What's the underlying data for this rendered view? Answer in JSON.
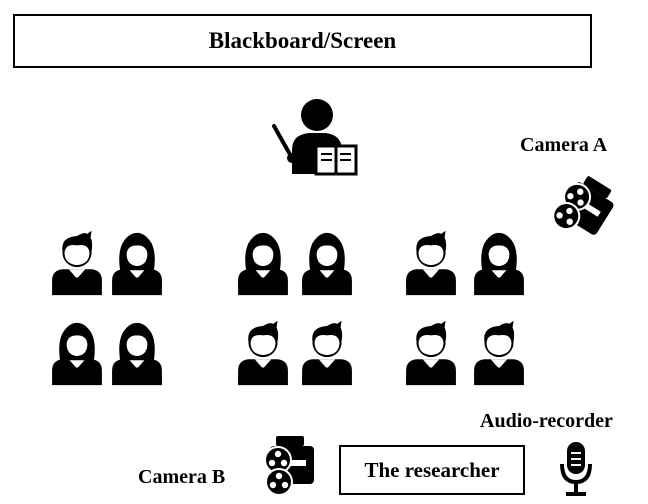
{
  "board": {
    "label": "Blackboard/Screen"
  },
  "labels": {
    "camera_a": "Camera A",
    "camera_b": "Camera B",
    "audio_recorder": "Audio-recorder",
    "researcher": "The researcher"
  },
  "students": {
    "rows": [
      [
        "boy",
        "girl",
        "girl",
        "girl",
        "boy",
        "girl"
      ],
      [
        "girl",
        "girl",
        "boy",
        "boy",
        "boy",
        "boy"
      ]
    ]
  },
  "icons": {
    "teacher": "teacher-icon",
    "camera_a": "video-camera-icon",
    "camera_b": "video-camera-icon",
    "audio_recorder": "microphone-icon",
    "boy": "boy-student-icon",
    "girl": "girl-student-icon"
  },
  "colors": {
    "ink": "#000000",
    "background": "#ffffff"
  }
}
